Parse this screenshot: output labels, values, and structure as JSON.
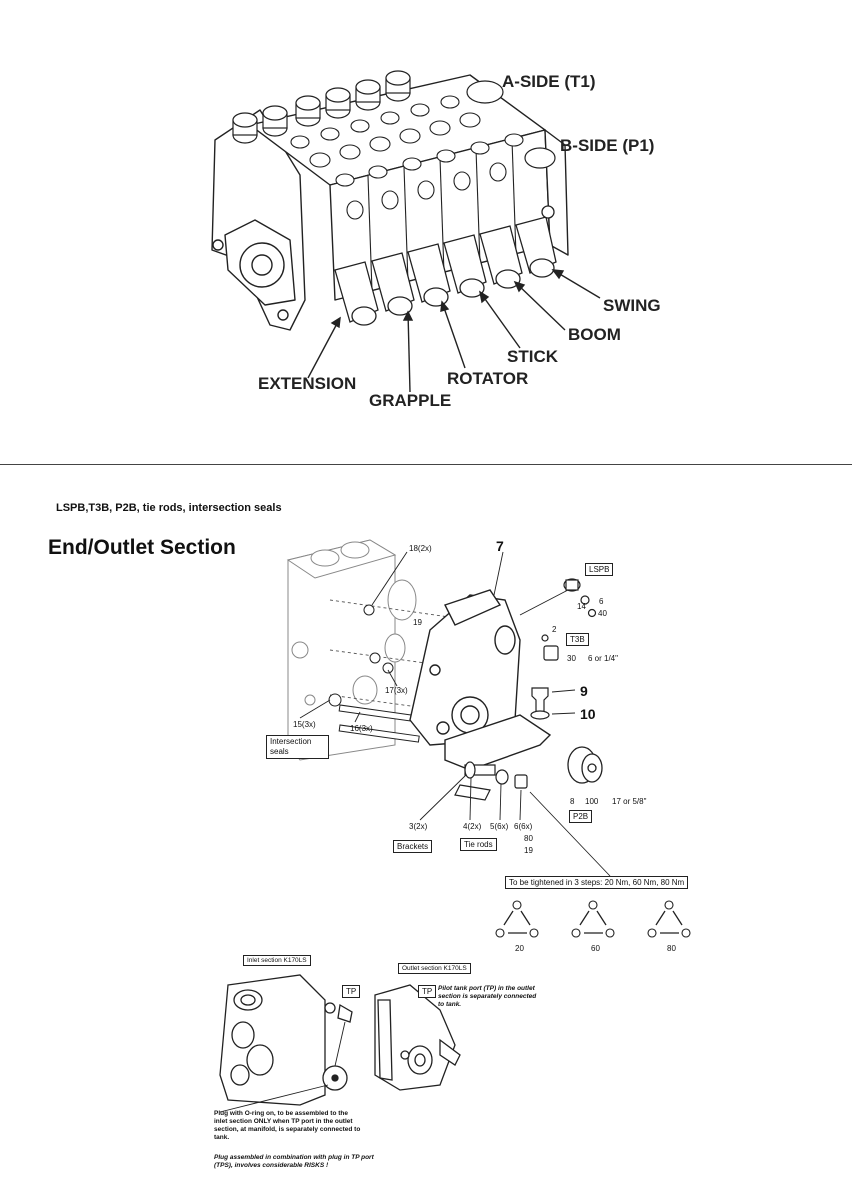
{
  "top_labels": {
    "a_side": "A-SIDE (T1)",
    "b_side": "B-SIDE (P1)",
    "swing": "SWING",
    "boom": "BOOM",
    "stick": "STICK",
    "rotator": "ROTATOR",
    "extension": "EXTENSION",
    "grapple": "GRAPPLE"
  },
  "bottom": {
    "subtitle": "LSPB,T3B, P2B, tie rods, intersection seals",
    "title": "End/Outlet Section",
    "callouts": {
      "n18": "18(2x)",
      "n19": "19",
      "n17": "17(3x)",
      "n15": "15(3x)",
      "n16": "16(3x)",
      "n7": "7",
      "n9": "9",
      "n10": "10",
      "n14": "14",
      "n6a": "6",
      "c40": "40",
      "n2": "2",
      "t3b_torque": "30",
      "t3b_size": "6 or 1/4\"",
      "p2b_n": "8",
      "p2b_torque": "100",
      "p2b_size": "17 or 5/8\"",
      "n3": "3(2x)",
      "n4": "4(2x)",
      "n5": "5(6x)",
      "n6": "6(6x)",
      "nut_torque": "80",
      "nut_size": "19"
    },
    "boxes": {
      "lspb": "LSPB",
      "t3b": "T3B",
      "p2b": "P2B",
      "intersection": "Intersection seals",
      "brackets": "Brackets",
      "tie_rods": "Tie rods",
      "tighten": "To be tightened in 3 steps: 20 Nm, 60 Nm, 80 Nm",
      "inlet": "Inlet section K170LS",
      "outlet": "Outlet section K170LS",
      "tp1": "TP",
      "tp2": "TP"
    },
    "steps": [
      "20",
      "60",
      "80"
    ],
    "notes": {
      "pilot": "Pilot tank port (TP) in the outlet section is separately connected to tank.",
      "plug": "Plug with O-ring on, to be assembled to the inlet section ONLY when TP port in the outlet section, at manifold, is separately connected to tank.",
      "warning": "Plug assembled in combination with plug in TP port (TPS), involves considerable RISKS !"
    }
  }
}
